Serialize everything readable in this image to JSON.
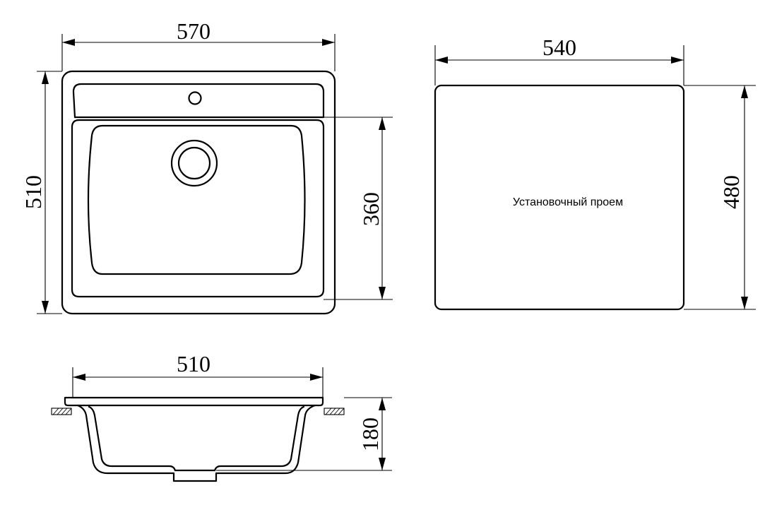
{
  "top_view": {
    "width_dim": "570",
    "depth_dim": "510",
    "bowl_dim": "360"
  },
  "cutout_view": {
    "width_dim": "540",
    "depth_dim": "480",
    "label": "Установочный проем"
  },
  "section_view": {
    "width_dim": "510",
    "height_dim": "180"
  }
}
